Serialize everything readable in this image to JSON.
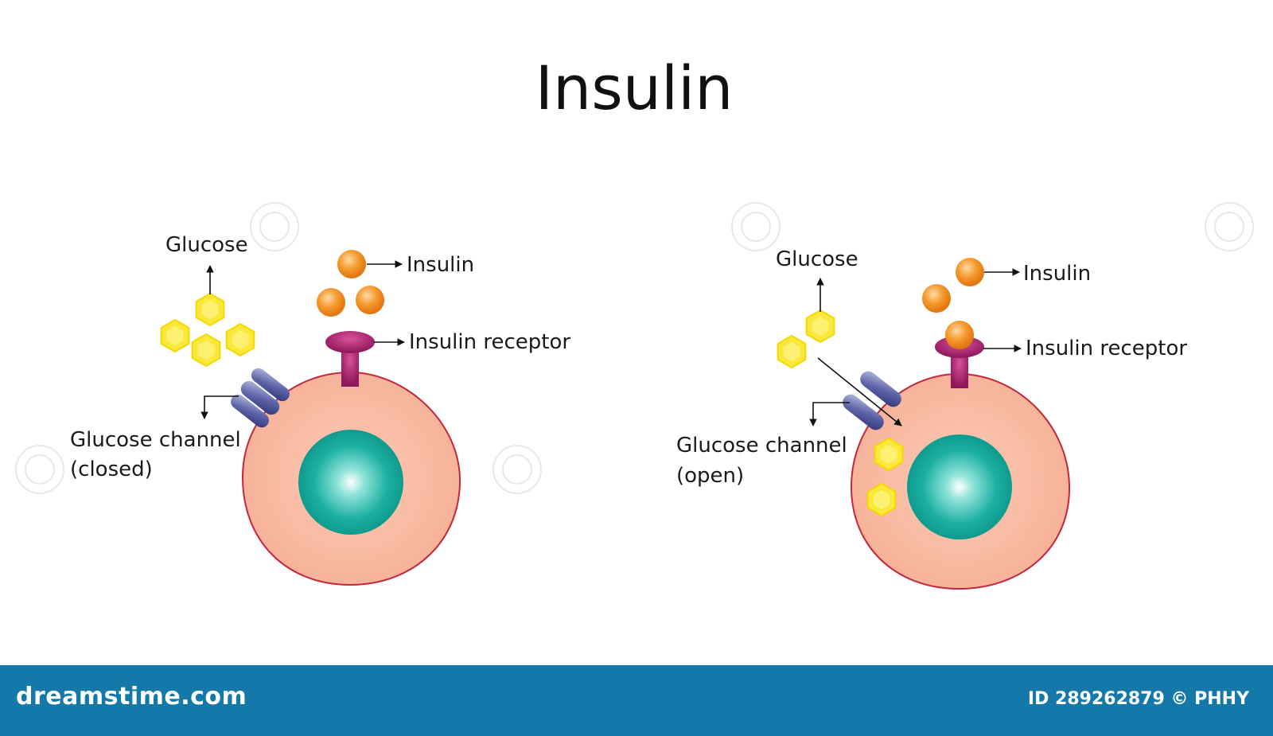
{
  "title": "Insulin",
  "colors": {
    "cell": "#f8b9a0",
    "cell_edge": "#c2273c",
    "nucleus": "#15a99a",
    "glucose": "#fae83a",
    "insulin": "#f28a1c",
    "receptor": "#a8206e",
    "channel": "#454e92",
    "footer": "#1479a8"
  },
  "panels": [
    {
      "state": "closed",
      "labels": {
        "glucose": "Glucose",
        "insulin": "Insulin",
        "receptor": "Insulin receptor",
        "channel": "Glucose channel",
        "channel_state": "(closed)"
      }
    },
    {
      "state": "open",
      "labels": {
        "glucose": "Glucose",
        "insulin": "Insulin",
        "receptor": "Insulin receptor",
        "channel": "Glucose channel",
        "channel_state": "(open)"
      }
    }
  ],
  "watermark": {
    "brand": "dreamstime.com",
    "credit": "ID 289262879 © PHHY"
  }
}
